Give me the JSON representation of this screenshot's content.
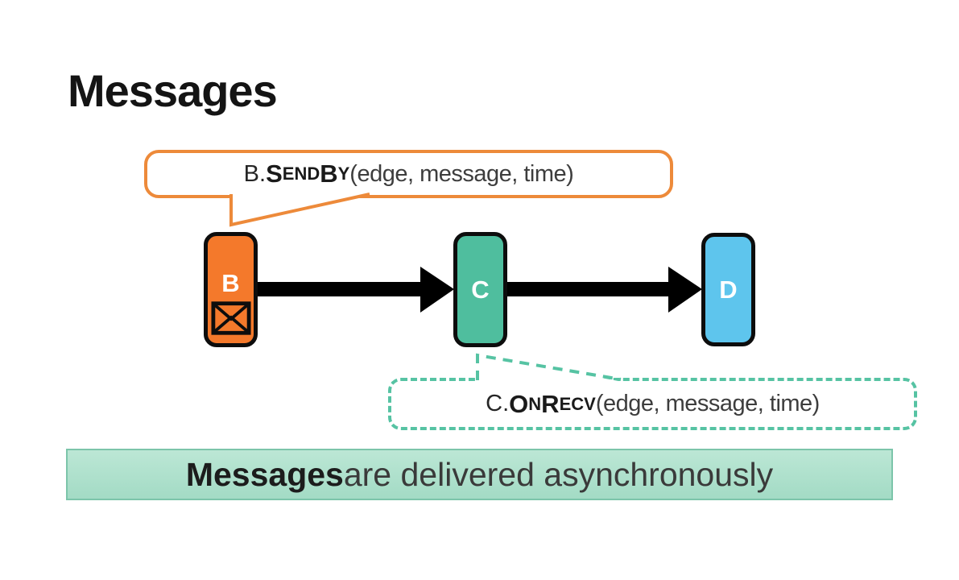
{
  "slide": {
    "title": "Messages",
    "background_color": "#FFFFFF"
  },
  "send_callout": {
    "prefix": "B.",
    "method_big1": "S",
    "method_small1": "END",
    "method_big2": "B",
    "method_small2": "Y",
    "args": "(edge, message, time)",
    "border_color": "#ED8A3A"
  },
  "recv_callout": {
    "prefix": "C.",
    "method_big1": "O",
    "method_small1": "N",
    "method_big2": "R",
    "method_small2": "ECV",
    "args": "(edge, message, time)",
    "border_color": "#56C3A3"
  },
  "nodes": {
    "b": {
      "label": "B",
      "fill": "#F4792B",
      "icon": "envelope-icon"
    },
    "c": {
      "label": "C",
      "fill": "#4FBE9E"
    },
    "d": {
      "label": "D",
      "fill": "#5EC5ED"
    }
  },
  "edges": [
    {
      "from": "B",
      "to": "C"
    },
    {
      "from": "C",
      "to": "D"
    }
  ],
  "arrow_color": "#000000",
  "banner": {
    "highlight": "Messages",
    "rest": " are delivered asynchronously",
    "bg": "#ABDFCB"
  }
}
